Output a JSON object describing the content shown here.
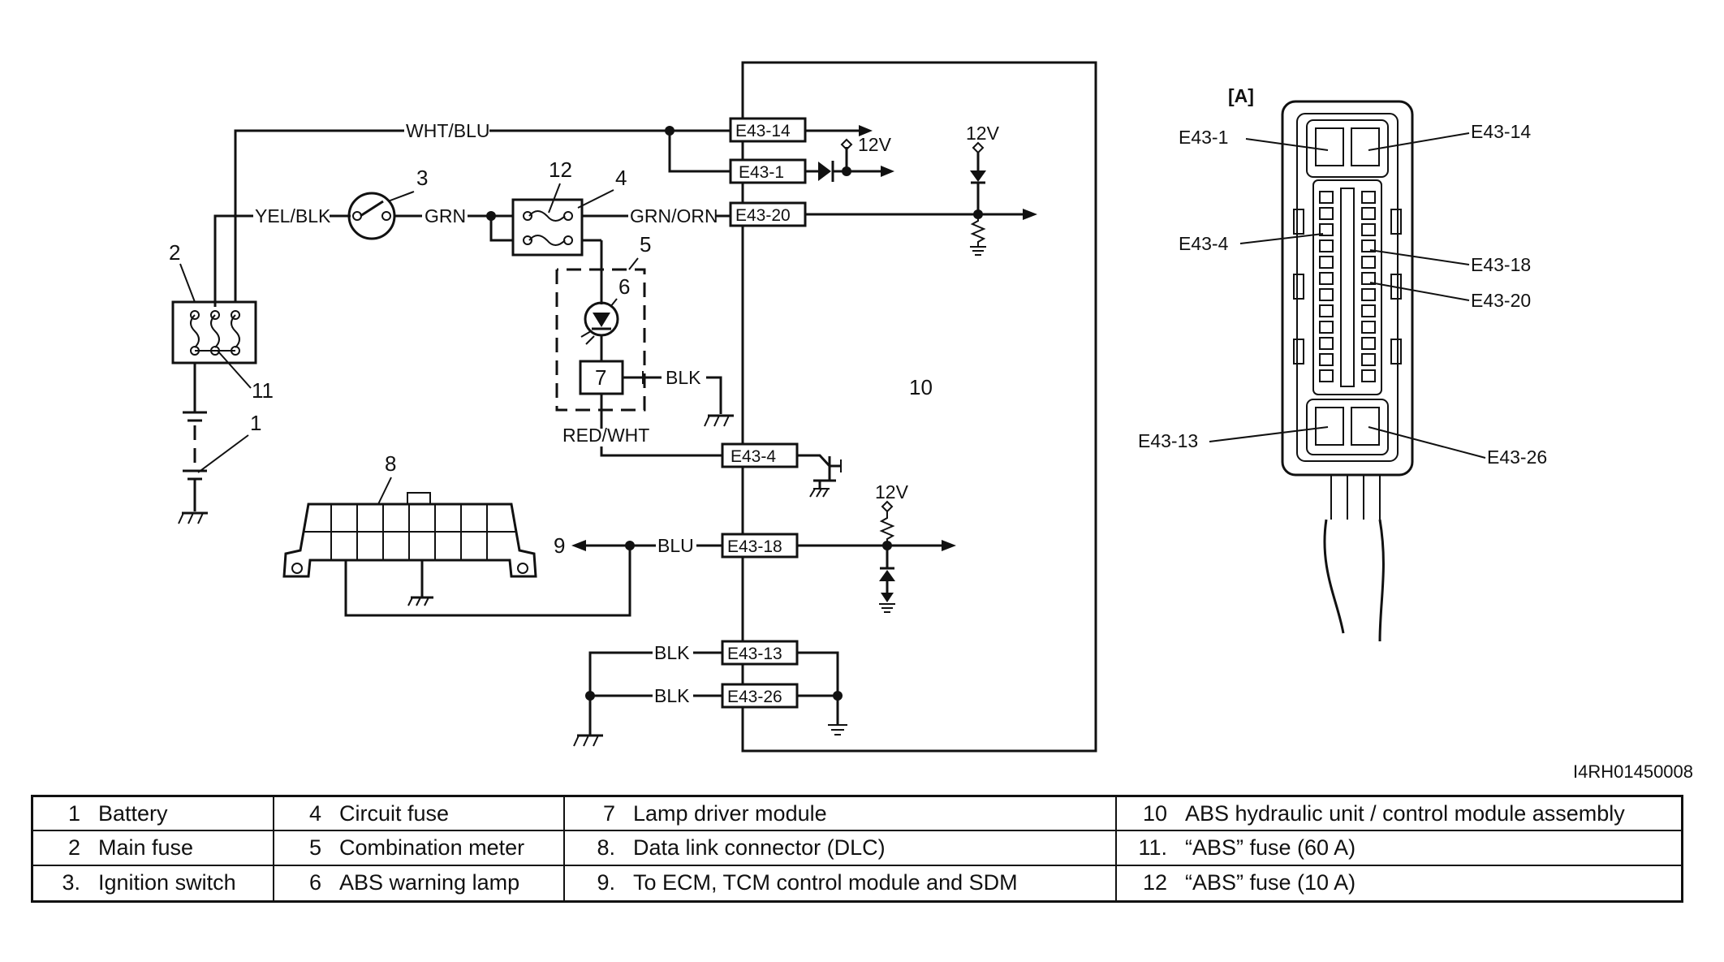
{
  "figure_code": "I4RH01450008",
  "wires": {
    "wht_blu": "WHT/BLU",
    "yel_blk": "YEL/BLK",
    "grn": "GRN",
    "grn_orn": "GRN/ORN",
    "red_wht": "RED/WHT",
    "blk_lamp": "BLK",
    "blu": "BLU",
    "blk_13": "BLK",
    "blk_26": "BLK"
  },
  "terminals": {
    "e43_14": "E43-14",
    "e43_1": "E43-1",
    "e43_20": "E43-20",
    "e43_4": "E43-4",
    "e43_18": "E43-18",
    "e43_13": "E43-13",
    "e43_26": "E43-26"
  },
  "voltages": {
    "v1": "12V",
    "v2": "12V",
    "v3": "12V"
  },
  "callouts": {
    "n1": "1",
    "n2": "2",
    "n3": "3",
    "n4": "4",
    "n5": "5",
    "n6": "6",
    "n7": "7",
    "n8": "8",
    "n9": "9",
    "n10": "10",
    "n11": "11",
    "n12": "12"
  },
  "connector_view": {
    "title": "[A]",
    "labels": {
      "e43_1": "E43-1",
      "e43_14": "E43-14",
      "e43_4": "E43-4",
      "e43_18": "E43-18",
      "e43_20": "E43-20",
      "e43_13": "E43-13",
      "e43_26": "E43-26"
    }
  },
  "legend": [
    [
      {
        "num": "1",
        "text": "Battery"
      },
      {
        "num": "4",
        "text": "Circuit fuse"
      },
      {
        "num": "7",
        "text": "Lamp driver module"
      },
      {
        "num": "10",
        "text": "ABS hydraulic unit / control module assembly"
      }
    ],
    [
      {
        "num": "2",
        "text": "Main fuse"
      },
      {
        "num": "5",
        "text": "Combination meter"
      },
      {
        "num": "8.",
        "text": "Data link connector (DLC)"
      },
      {
        "num": "11.",
        "text": "“ABS” fuse (60 A)"
      }
    ],
    [
      {
        "num": "3.",
        "text": "Ignition switch"
      },
      {
        "num": "6",
        "text": "ABS warning lamp"
      },
      {
        "num": "9.",
        "text": "To ECM, TCM control module and SDM"
      },
      {
        "num": "12",
        "text": "“ABS” fuse (10 A)"
      }
    ]
  ]
}
